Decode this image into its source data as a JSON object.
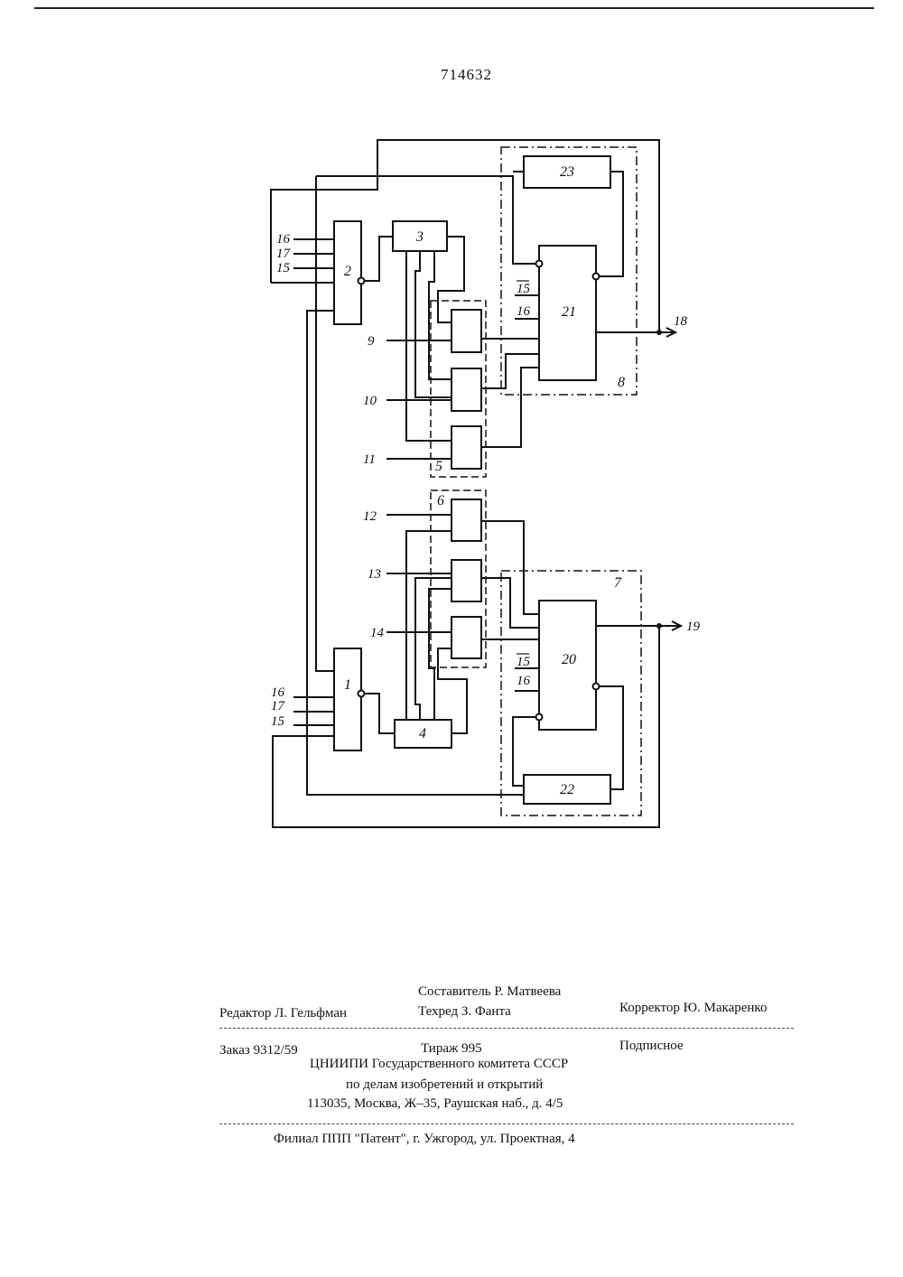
{
  "page_number": "714632",
  "blocks": {
    "b1": "1",
    "b2": "2",
    "b3": "3",
    "b4": "4",
    "b5": "5",
    "b6": "6",
    "b7": "7",
    "b8": "8",
    "b20": "20",
    "b21": "21",
    "b22": "22",
    "b23": "23"
  },
  "inputs": {
    "i16a": "16",
    "i17a": "17",
    "i15a": "15",
    "i9": "9",
    "i10": "10",
    "i11": "11",
    "i12": "12",
    "i13": "13",
    "i14": "14",
    "i16b": "16",
    "i17b": "17",
    "i15b": "15",
    "i15c": "15",
    "i16c": "16",
    "i15d": "15",
    "i16d": "16"
  },
  "outputs": {
    "o18": "18",
    "o19": "19"
  },
  "footer": {
    "composer": "Составитель Р. Матвеева",
    "editor": "Редактор Л. Гельфман",
    "techred": "Техред З. Фанта",
    "corrector": "Корректор Ю. Макаренко",
    "order": "Заказ 9312/59",
    "circulation": "Тираж 995",
    "subscription": "Подписное",
    "org1": "ЦНИИПИ Государственного комитета СССР",
    "org2": "по делам изобретений и открытий",
    "address": "113035, Москва, Ж–35, Раушская наб., д. 4/5",
    "branch": "Филиал ППП \"Патент\", г. Ужгород, ул. Проектная, 4"
  }
}
